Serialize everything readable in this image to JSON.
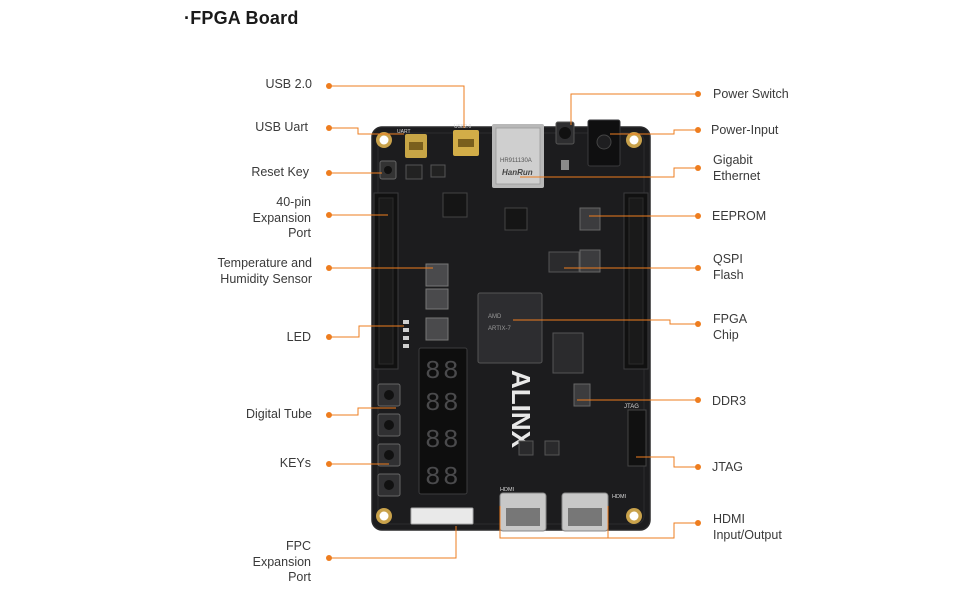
{
  "title": "·FPGA Board",
  "accent_color": "#ee7d1f",
  "left_labels": [
    "USB 2.0",
    "USB Uart",
    "Reset Key",
    "40-pin\nExpansion\nPort",
    "Temperature and\nHumidity Sensor",
    "LED",
    "Digital Tube",
    "KEYs",
    "FPC\nExpansion\nPort"
  ],
  "right_labels": [
    "Power Switch",
    "Power-Input",
    "Gigabit\nEthernet",
    "EEPROM",
    "QSPI\nFlash",
    "FPGA\nChip",
    "DDR3",
    "JTAG",
    "HDMI\nInput/Output"
  ],
  "board": {
    "brand": "ALINX",
    "chip_brand": "AMD",
    "chip_name": "ARTIX-7",
    "rj45_brand": "HanRun",
    "rj45_part": "HR911130A",
    "silk_usb": "UART",
    "silk_usb2": "USB2.0",
    "silk_jtag": "JTAG",
    "silk_hdmi_in": "HDMI",
    "silk_hdmi_out": "HDMI"
  }
}
